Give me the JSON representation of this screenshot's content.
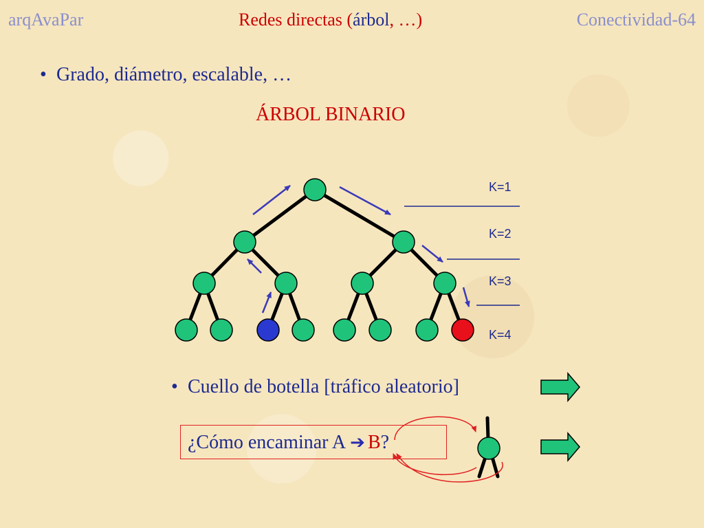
{
  "header": {
    "left": "arqAvaPar",
    "center_before": "Redes directas (",
    "center_word": "árbol",
    "center_after": ", …)",
    "right": "Conectividad-64"
  },
  "bullet1": {
    "marker": "•",
    "text": "Grado, diámetro, escalable, …"
  },
  "subtitle": "ÁRBOL BINARIO",
  "levels": [
    "K=1",
    "K=2",
    "K=3",
    "K=4"
  ],
  "bullet2": {
    "marker": "•",
    "text": "Cuello de botella [tráfico aleatorio]"
  },
  "routing": {
    "prefix": "¿Cómo encaminar A",
    "arrow": "➔",
    "target": "B",
    "suffix": "?"
  },
  "colors": {
    "node": "#1fc47a",
    "source_node": "#2a3ad0",
    "dest_node": "#e8101a",
    "arrow": "#3a3ab8",
    "text": "#1d2a8f",
    "accent": "#cc0000"
  },
  "icons": [
    "right-arrow-icon",
    "right-arrow-icon"
  ]
}
